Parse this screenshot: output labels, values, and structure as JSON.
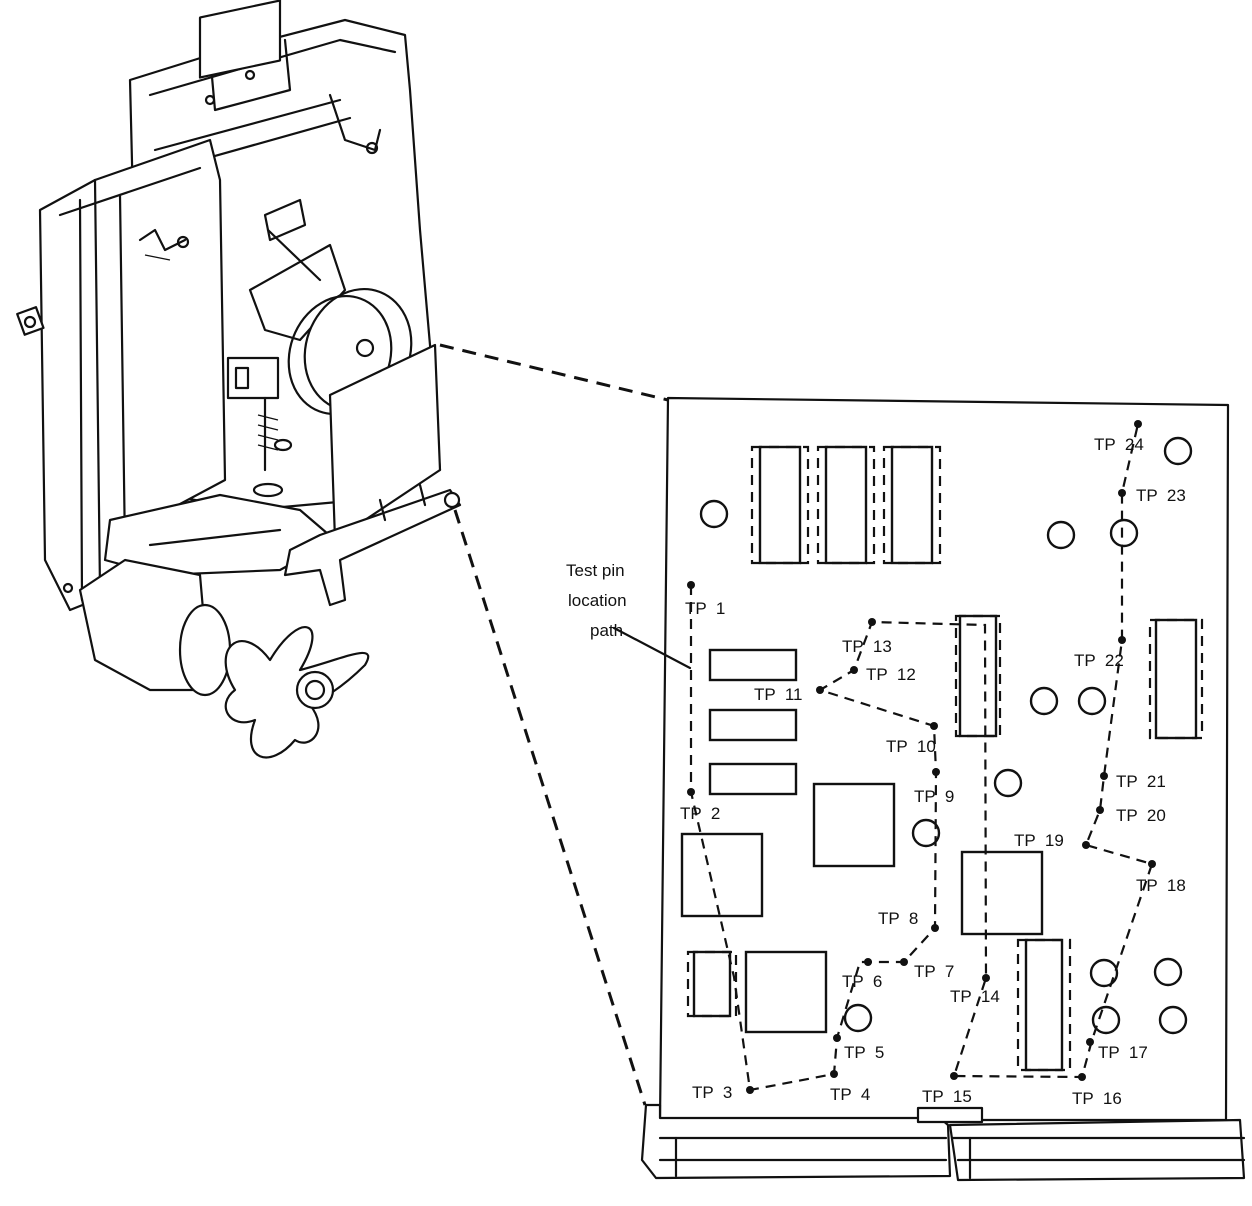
{
  "callout": {
    "line1": "Test pin",
    "line2": "location",
    "line3": "path"
  },
  "test_points": [
    {
      "id": "tp1",
      "label": "TP  1"
    },
    {
      "id": "tp2",
      "label": "TP  2"
    },
    {
      "id": "tp3",
      "label": "TP  3"
    },
    {
      "id": "tp4",
      "label": "TP  4"
    },
    {
      "id": "tp5",
      "label": "TP  5"
    },
    {
      "id": "tp6",
      "label": "TP  6"
    },
    {
      "id": "tp7",
      "label": "TP  7"
    },
    {
      "id": "tp8",
      "label": "TP  8"
    },
    {
      "id": "tp9",
      "label": "TP  9"
    },
    {
      "id": "tp10",
      "label": "TP  10"
    },
    {
      "id": "tp11",
      "label": "TP  11"
    },
    {
      "id": "tp12",
      "label": "TP  12"
    },
    {
      "id": "tp13",
      "label": "TP  13"
    },
    {
      "id": "tp14",
      "label": "TP  14"
    },
    {
      "id": "tp15",
      "label": "TP  15"
    },
    {
      "id": "tp16",
      "label": "TP  16"
    },
    {
      "id": "tp17",
      "label": "TP  17"
    },
    {
      "id": "tp18",
      "label": "TP  18"
    },
    {
      "id": "tp19",
      "label": "TP  19"
    },
    {
      "id": "tp20",
      "label": "TP  20"
    },
    {
      "id": "tp21",
      "label": "TP  21"
    },
    {
      "id": "tp22",
      "label": "TP  22"
    },
    {
      "id": "tp23",
      "label": "TP  23"
    },
    {
      "id": "tp24",
      "label": "TP  24"
    }
  ]
}
